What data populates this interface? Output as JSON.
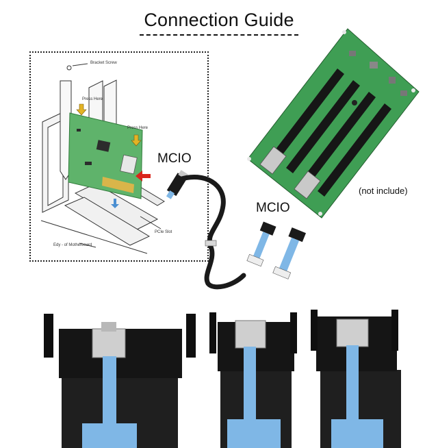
{
  "header": {
    "title": "Connection Guide"
  },
  "install_diagram": {
    "bracket_screw": "Bracket Screw",
    "press_here_1": "Press Here",
    "press_here_2": "Press Here",
    "pcie_slot": "PCIe Slot",
    "edge_of_motherboard": "Edy - of Motherboard"
  },
  "connector_labels": {
    "mcio_top": "MCIO",
    "mcio_bottom": "MCIO",
    "not_included": "(not include)"
  },
  "colors": {
    "pcb_green": "#3f9e54",
    "pcb_dark": "#2a6e36",
    "cable_black": "#1a1a1a",
    "tab_blue": "#7fb7e6",
    "metal": "#c8c8c8",
    "arrow_red": "#d9241b"
  }
}
